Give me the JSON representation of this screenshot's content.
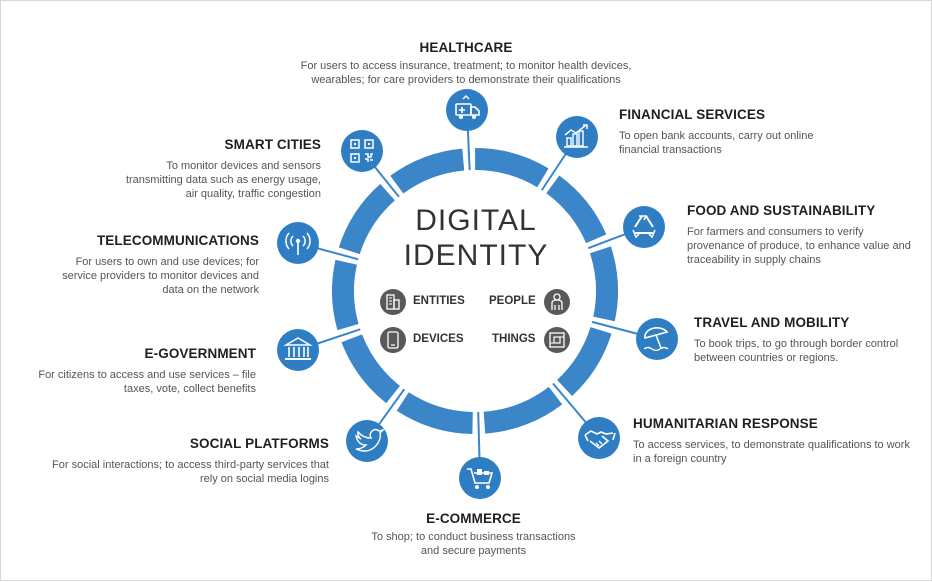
{
  "center": {
    "line1": "DIGITAL",
    "line2": "IDENTITY"
  },
  "colors": {
    "ring": "#3a86c8",
    "icon_bg": "#2f7ec4",
    "inner_icon": "#58595b"
  },
  "categories": [
    {
      "label": "ENTITIES",
      "icon": "building-icon"
    },
    {
      "label": "PEOPLE",
      "icon": "person-icon"
    },
    {
      "label": "DEVICES",
      "icon": "phone-icon"
    },
    {
      "label": "THINGS",
      "icon": "thing-box-icon"
    }
  ],
  "sectors": [
    {
      "title": "HEALTHCARE",
      "desc": "For users to access insurance, treatment; to monitor health devices, wearables; for care providers to demonstrate their qualifications",
      "icon": "ambulance-icon"
    },
    {
      "title": "FINANCIAL SERVICES",
      "desc": "To open bank accounts, carry out online financial transactions",
      "icon": "bar-chart-icon"
    },
    {
      "title": "FOOD AND SUSTAINABILITY",
      "desc": "For farmers and consumers to verify provenance of produce, to enhance value and traceability in supply chains",
      "icon": "recycle-icon"
    },
    {
      "title": "TRAVEL AND MOBILITY",
      "desc": "To book trips, to go through border control between countries or regions.",
      "icon": "beach-umbrella-icon"
    },
    {
      "title": "HUMANITARIAN RESPONSE",
      "desc": "To access services, to demonstrate qualifications to work in a foreign country",
      "icon": "handshake-icon"
    },
    {
      "title": "E-COMMERCE",
      "desc": "To shop; to conduct business transactions and secure payments",
      "icon": "shopping-cart-icon"
    },
    {
      "title": "SOCIAL PLATFORMS",
      "desc": "For social interactions; to access third-party services that rely on social media logins",
      "icon": "bird-icon"
    },
    {
      "title": "E-GOVERNMENT",
      "desc": "For citizens to access and use services – file taxes, vote, collect benefits",
      "icon": "government-building-icon"
    },
    {
      "title": "TELECOMMUNICATIONS",
      "desc": "For users to own and use devices; for service providers to monitor devices and data on the network",
      "icon": "antenna-icon"
    },
    {
      "title": "SMART CITIES",
      "desc": "To monitor devices and sensors transmitting data such as energy usage, air quality, traffic congestion",
      "icon": "qr-code-icon"
    }
  ]
}
